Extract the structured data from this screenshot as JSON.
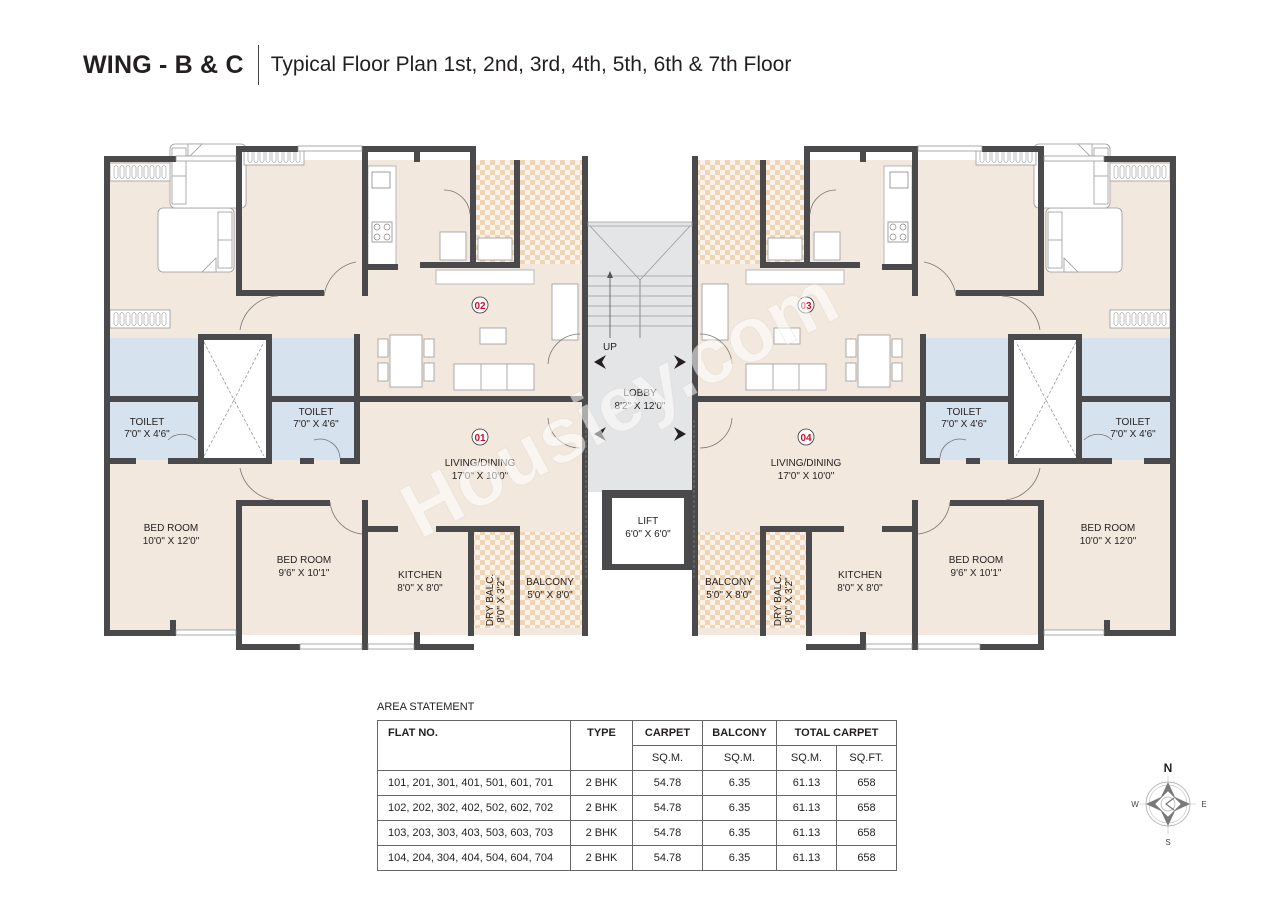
{
  "header": {
    "wing": "WING - B & C",
    "subtitle": "Typical Floor Plan 1st, 2nd, 3rd, 4th, 5th, 6th & 7th Floor"
  },
  "plan": {
    "flats": [
      {
        "number": "01"
      },
      {
        "number": "02"
      },
      {
        "number": "03"
      },
      {
        "number": "04"
      }
    ],
    "rooms": {
      "toilet": "TOILET",
      "toilet_dim": "7'0\" X 4'6\"",
      "living": "LIVING/DINING",
      "living_dim": "17'0\" X 10'0\"",
      "bed1": "BED ROOM",
      "bed1_dim": "10'0\" X 12'0\"",
      "bed2": "BED ROOM",
      "bed2_dim": "9'6\" X 10'1\"",
      "kitchen": "KITCHEN",
      "kitchen_dim": "8'0\" X 8'0\"",
      "dry_balc": "DRY BALC.",
      "dry_balc_dim": "8'0\" X 3'2\"",
      "balcony": "BALCONY",
      "balcony_dim": "5'0\" X 8'0\""
    },
    "core": {
      "up": "UP",
      "lobby": "LOBBY",
      "lobby_dim": "8'2\" X 12'0\"",
      "lift": "LIFT",
      "lift_dim": "6'0\" X 6'0\""
    },
    "watermark": "Housiey.com"
  },
  "area_statement": {
    "title": "AREA STATEMENT",
    "headers": {
      "flat_no": "FLAT NO.",
      "type": "TYPE",
      "carpet": "CARPET",
      "balcony": "BALCONY",
      "total_carpet": "TOTAL CARPET",
      "carpet_unit": "SQ.M.",
      "balcony_unit": "SQ.M.",
      "total_sqm": "SQ.M.",
      "total_sqft": "SQ.FT."
    },
    "rows": [
      {
        "flats": "101, 201, 301, 401, 501, 601, 701",
        "type": "2 BHK",
        "carpet": "54.78",
        "balcony": "6.35",
        "total_sqm": "61.13",
        "total_sqft": "658"
      },
      {
        "flats": "102, 202, 302, 402, 502, 602, 702",
        "type": "2 BHK",
        "carpet": "54.78",
        "balcony": "6.35",
        "total_sqm": "61.13",
        "total_sqft": "658"
      },
      {
        "flats": "103, 203, 303, 403, 503, 603, 703",
        "type": "2 BHK",
        "carpet": "54.78",
        "balcony": "6.35",
        "total_sqm": "61.13",
        "total_sqft": "658"
      },
      {
        "flats": "104, 204, 304, 404, 504, 604, 704",
        "type": "2 BHK",
        "carpet": "54.78",
        "balcony": "6.35",
        "total_sqm": "61.13",
        "total_sqft": "658"
      }
    ]
  },
  "compass": {
    "n": "N",
    "s": "S",
    "e": "E",
    "w": "W"
  },
  "colors": {
    "wall": "#4a4a4c",
    "floor": "#f3e8de",
    "toilet": "#d6e2ee",
    "lobby": "#e4e5e7",
    "balcony_check": "#efd5b5",
    "flat_number": "#c8102e"
  }
}
